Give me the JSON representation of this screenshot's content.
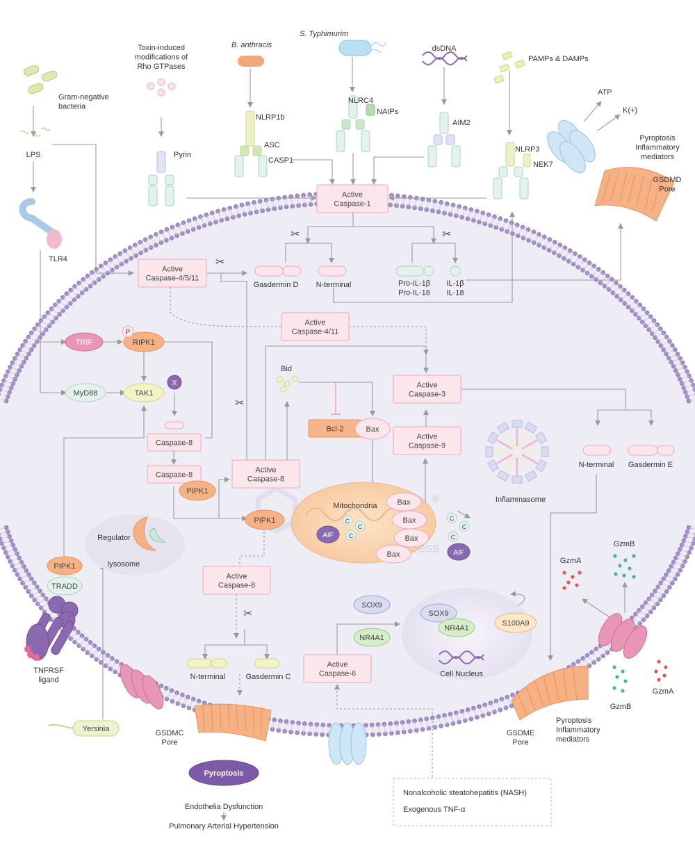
{
  "pathogens": {
    "gram_negative": "Gram-negative\nbacteria",
    "toxin": "Toxin-induced\nmodifications of\nRho GTPases",
    "anthracis": "B. anthracis",
    "typhimurium": "S. Typhimurim",
    "dsdna": "dsDNA",
    "pamps": "PAMPs & DAMPs",
    "lps": "LPS",
    "yersinia": "Yersinia"
  },
  "receptors": {
    "tlr4": "TLR4",
    "tnfrsf": "TNFRSF\nligand",
    "pyrin": "Pyrin",
    "nlrp1b": "NLRP1b",
    "asc": "ASC",
    "casp1_label": "CASP1",
    "nlrc4": "NLRC4",
    "naips": "NAIPs",
    "aim2": "AIM2",
    "nlrp3": "NLRP3",
    "nek7": "NEK7"
  },
  "channels": {
    "atp": "ATP",
    "k": "K(+)",
    "gsdmd_mediators": "Pyroptosis\nInflammatory\nmediators",
    "gsdmd_pore": "GSDMD\nPore",
    "gsdme_pore": "GSDME\nPore",
    "gsdme_mediators": "Pyroptosis\nInflammatory\nmediators",
    "gsdmc_pore": "GSDMC\nPore"
  },
  "boxes": {
    "caspase1": "Active\nCaspase-1",
    "caspase4511": "Active\nCaspase-4/5/11",
    "caspase411": "Active\nCaspase-4/11",
    "caspase3": "Active\nCaspase-3",
    "caspase9": "Active\nCaspase-9",
    "caspase8_a": "Caspase-8",
    "caspase8_b": "Caspase-8",
    "active_caspase8": "Active\nCaspase-8",
    "active_caspase8_b": "Active\nCaspase-8",
    "caspase6": "Active\nCaspase-6",
    "bcl2": "Bcl-2"
  },
  "proteins": {
    "gasdermin_d": "Gasdermin D",
    "n_terminal_d": "N-terminal",
    "pro_il": "Pro-IL-1β\nPro-IL-18",
    "il": "IL-1β\nIL-18",
    "trif": "TRIF",
    "ripk1": "RIPK1",
    "p": "P",
    "myd88": "MyD88",
    "tak1": "TAK1",
    "x": "X",
    "pipk1_a": "PIPK1",
    "pipk1_b": "PIPK1",
    "pipk1_c": "PIPK1",
    "tradd": "TRADD",
    "bid": "Bid",
    "bax": "Bax",
    "n_terminal_e": "N-terminal",
    "gasdermin_e": "Gasdermin E",
    "n_terminal_c": "N-terminal",
    "gasdermin_c": "Gasdermin C",
    "sox9": "SOX9",
    "nr4a1": "NR4A1",
    "sox9_n": "SOX9",
    "nr4a1_n": "NR4A1",
    "s100a9": "S100A9",
    "aif": "AIF",
    "aif2": "AIF",
    "c": "C",
    "gzmb": "GzmB",
    "gzma": "GzmA"
  },
  "organelles": {
    "inflammasome": "Inflammasome",
    "mitochondria": "Mitochondria",
    "nucleus": "Cell Nucleus",
    "regulator": "Regulator",
    "lysosome": "lysosome"
  },
  "outcomes": {
    "pyroptosis": "Pyroptosis",
    "endothelia": "Endothelia Dysfunction",
    "pah": "Pulmonary Arterial Hypertension",
    "nash": "Nonalcoholic steatohepatitis (NASH)",
    "tnf": "Exogenous TNF-α"
  },
  "watermark": "MedChemExpress",
  "colors": {
    "cell": "#eeedf5",
    "membrane_dot": "#9e8ac2",
    "box_fill": "#fbe6ec",
    "box_stroke": "#e9a9bb",
    "orange": "#f2a77d",
    "purple": "#8b69b0",
    "pink_pore": "#e089a8",
    "arrow": "#9a9a9a"
  }
}
